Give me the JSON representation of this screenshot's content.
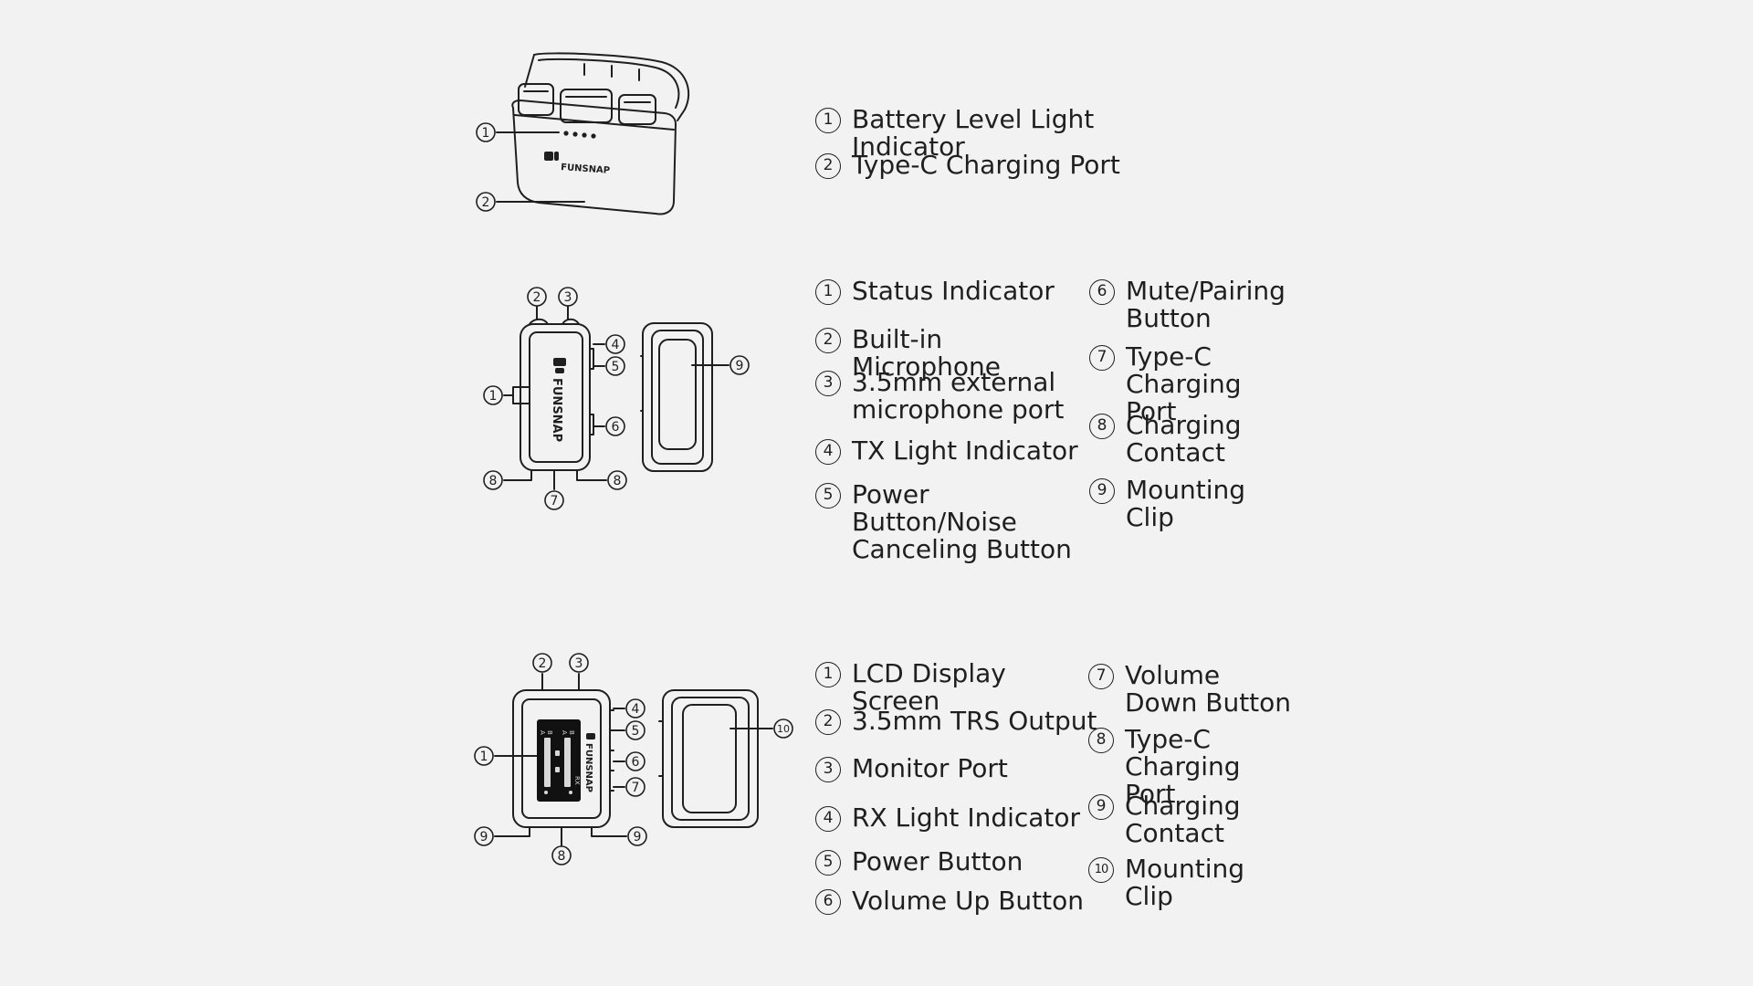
{
  "sections": [
    {
      "callouts": [
        {
          "num": "1",
          "text": "Battery Level Light Indicator"
        },
        {
          "num": "2",
          "text": "Type-C Charging Port"
        }
      ]
    },
    {
      "callouts": [
        {
          "num": "1",
          "text": "Status Indicator"
        },
        {
          "num": "2",
          "text": "Built-in Microphone"
        },
        {
          "num": "3",
          "text": "3.5mm external microphone port"
        },
        {
          "num": "4",
          "text": "TX Light Indicator"
        },
        {
          "num": "5",
          "text": "Power Button/Noise Canceling Button"
        },
        {
          "num": "6",
          "text": "Mute/Pairing Button"
        },
        {
          "num": "7",
          "text": "Type-C Charging Port"
        },
        {
          "num": "8",
          "text": "Charging Contact"
        },
        {
          "num": "9",
          "text": "Mounting Clip"
        }
      ]
    },
    {
      "callouts": [
        {
          "num": "1",
          "text": "LCD Display Screen"
        },
        {
          "num": "2",
          "text": "3.5mm TRS Output"
        },
        {
          "num": "3",
          "text": "Monitor Port"
        },
        {
          "num": "4",
          "text": "RX Light Indicator"
        },
        {
          "num": "5",
          "text": "Power Button"
        },
        {
          "num": "6",
          "text": "Volume Up Button"
        },
        {
          "num": "7",
          "text": "Volume Down Button"
        },
        {
          "num": "8",
          "text": "Type-C Charging Port"
        },
        {
          "num": "9",
          "text": "Charging Contact"
        },
        {
          "num": "10",
          "text": "Mounting Clip"
        }
      ]
    }
  ],
  "brand": "FUNSNAP",
  "screen": {
    "left_col": [
      "A",
      "B"
    ],
    "right_col": [
      "A",
      "B",
      "RX"
    ]
  },
  "colors": {
    "background": "#f2f2f2",
    "line": "#1f1f1f",
    "screen": "#111111"
  }
}
